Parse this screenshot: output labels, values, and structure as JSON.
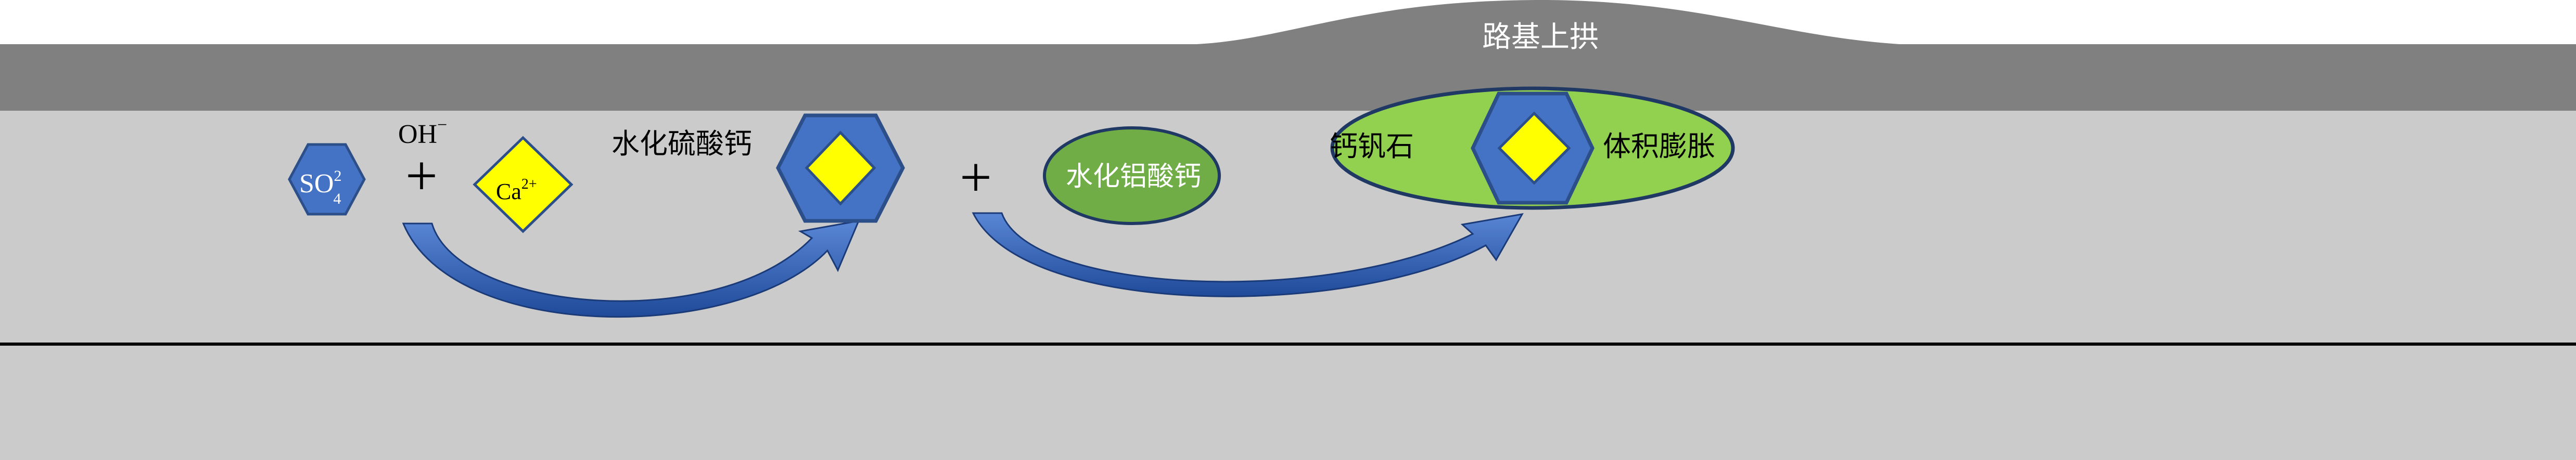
{
  "labels": {
    "roadbed_heave": "路基上拱",
    "oh_base": "OH",
    "oh_charge": "−",
    "sulfate_base": "SO",
    "sulfate_sub": "4",
    "sulfate_sup": "2",
    "calcium_base": "Ca",
    "calcium_sup": "2+",
    "plus_1": "+",
    "plus_2": "+",
    "hydrated_calcium_sulfate": "水化硫酸钙",
    "hydrated_calcium_aluminate": "水化铝酸钙",
    "ettringite": "钙钒石",
    "volume_expansion": "体积膨胀"
  },
  "colors": {
    "background": "#ffffff",
    "soil": "#cccbcb",
    "road_surface": "#808080",
    "ion_blue": "#4472c4",
    "ion_blue_stroke": "#2c4f8a",
    "diamond_yellow": "#ffff00",
    "aluminate_green": "#70ad47",
    "ettringite_green": "#92d050",
    "ellipse_stroke": "#1f3864",
    "arrow_blue": "#2f5aa8",
    "ground_line": "#000000"
  },
  "icons": {
    "sulfate": "hexagon-icon",
    "calcium": "diamond-icon",
    "hydrated_sulfate": "hexagon-with-diamond-icon",
    "aluminate": "ellipse-icon",
    "ettringite": "ellipse-with-hexagon-icon",
    "reaction_arrows": "curved-arrow-icon"
  }
}
